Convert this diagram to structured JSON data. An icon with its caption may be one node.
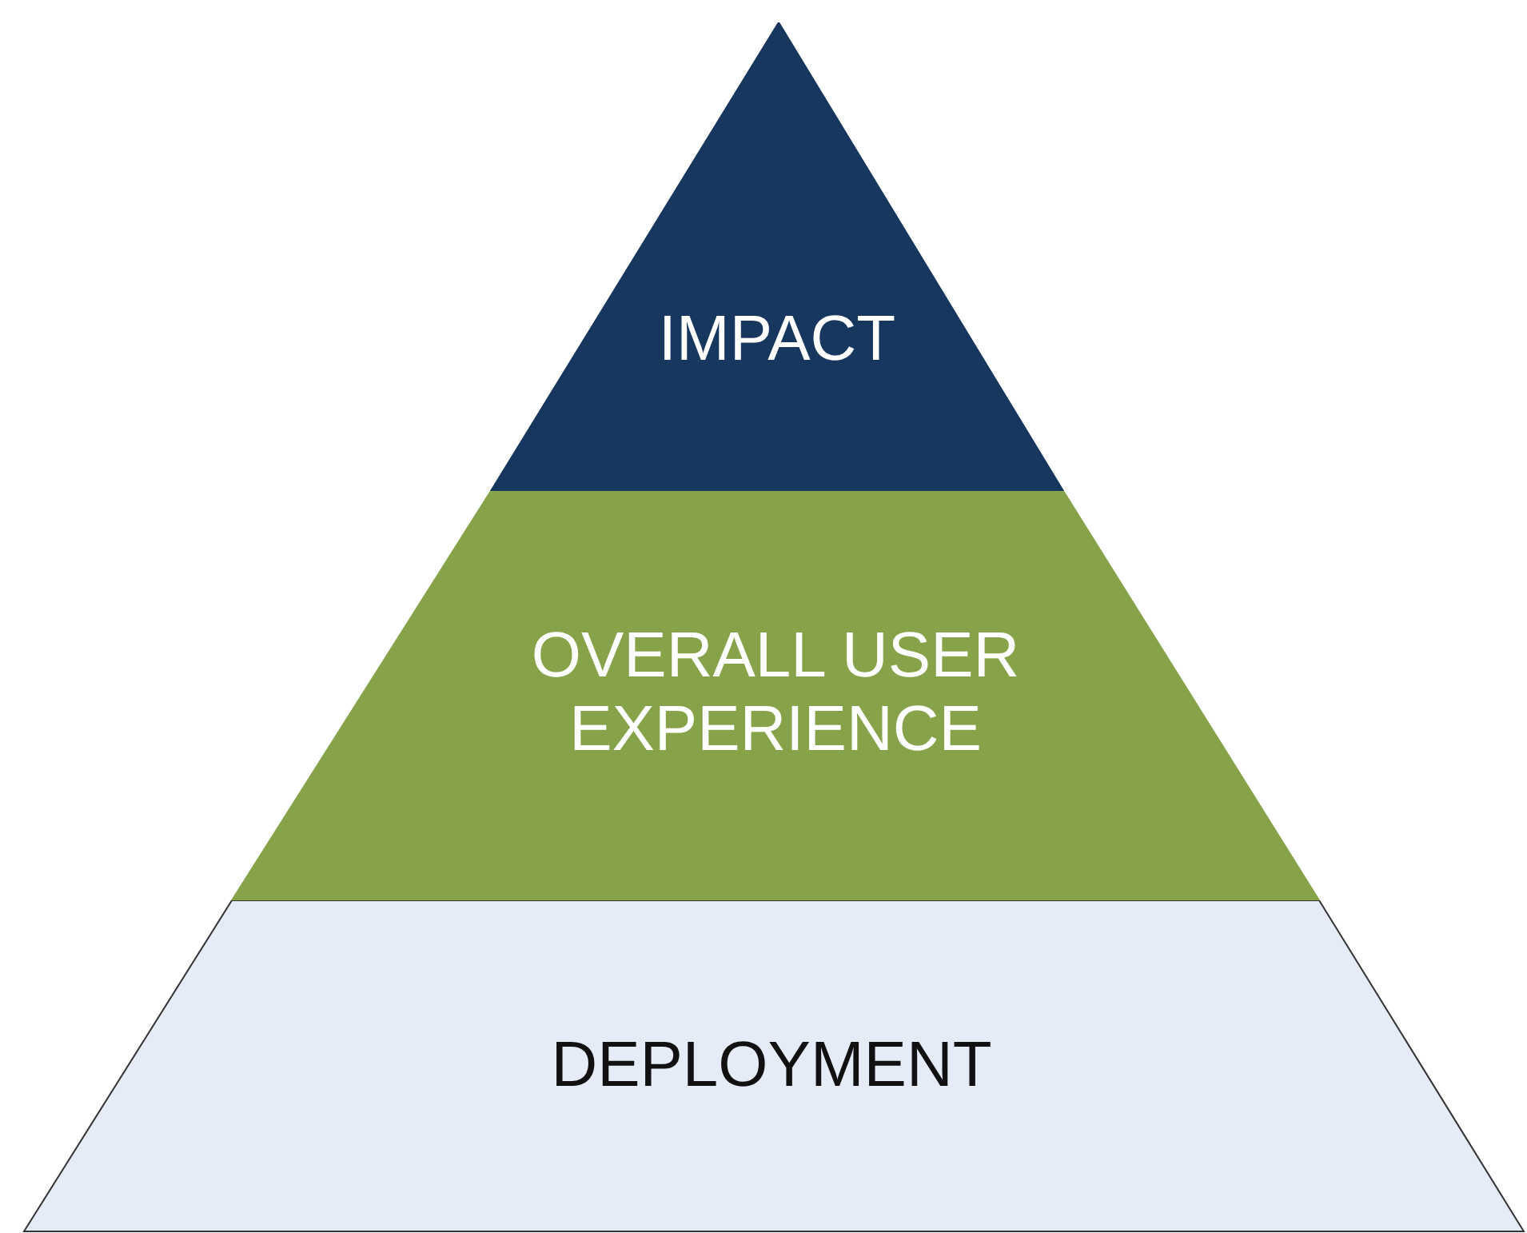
{
  "diagram": {
    "nodes": [
      {
        "text": [
          "IMPACT"
        ]
      },
      {
        "text": [
          "OVERALL USER EXPERIENCE"
        ]
      },
      {
        "text": [
          "DEPLOYMENT"
        ]
      }
    ]
  }
}
